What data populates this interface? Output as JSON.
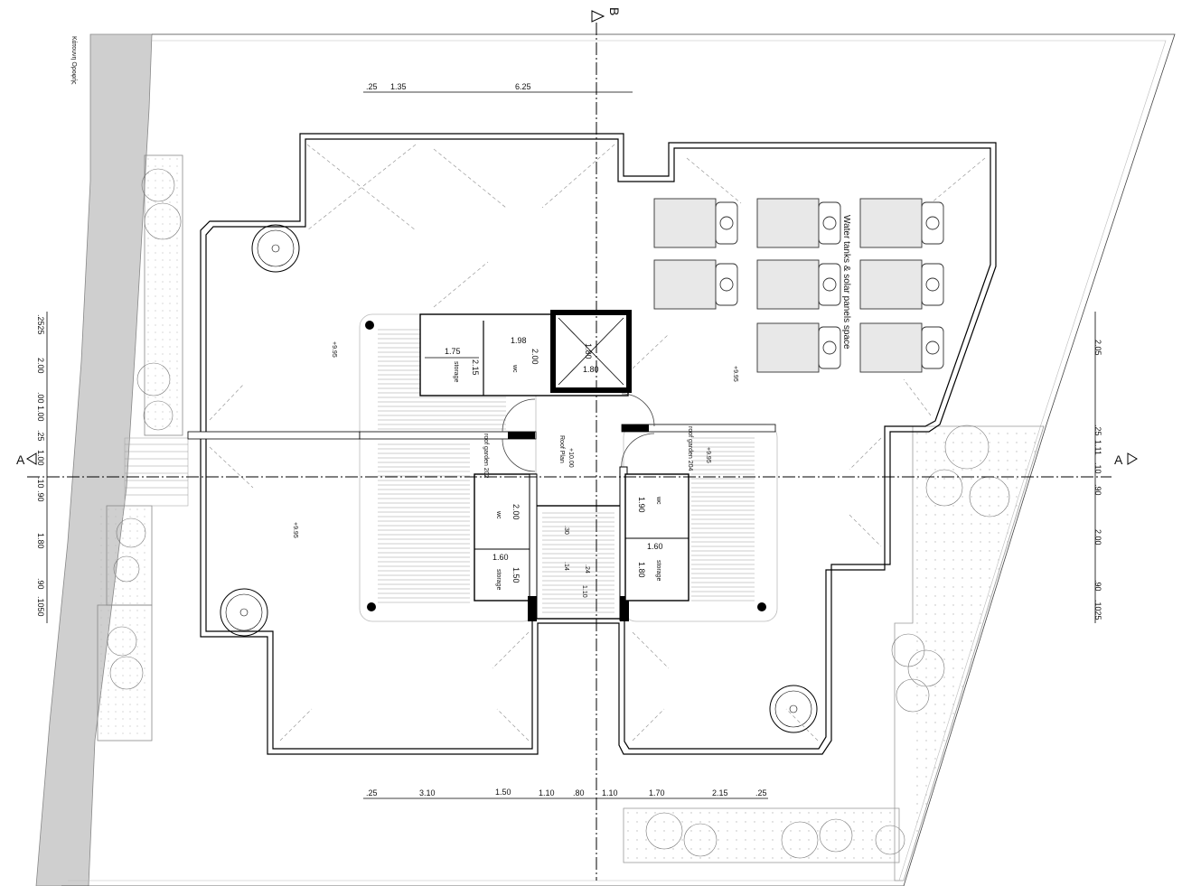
{
  "street_label": "Κάτουνη Οροφής",
  "section_markers": {
    "a_left": "A",
    "a_right": "A",
    "b_top": "B"
  },
  "top_dims": [
    ".25",
    "1.35",
    "6.25"
  ],
  "bottom_dims": [
    ".25",
    "3.10",
    "1.50",
    "1.10",
    ".80",
    "1.10",
    "1.70",
    "2.15",
    ".25"
  ],
  "left_dims": [
    ".2525",
    "2.00",
    ".00 1.00",
    ".25",
    "1.00",
    ".10",
    ".90",
    "1.80",
    ".90",
    ".1050"
  ],
  "right_dims": [
    "2.05",
    ".25",
    "1.11",
    ".10",
    ".90",
    "2.00",
    ".90",
    ".1025"
  ],
  "rooms": {
    "storage_top": {
      "w": "1.75",
      "h": "2.15",
      "name": "storage"
    },
    "wc_top": {
      "w": "1.98",
      "h": "2.00",
      "name": "wc"
    },
    "lift": {
      "w": "1.80",
      "h": "1.80"
    },
    "wc_left": {
      "h": "2.00",
      "name": "wc"
    },
    "storage_left": {
      "w": "1.60",
      "h": "1.50",
      "name": "storage"
    },
    "wc_right": {
      "h": "1.90",
      "name": "wc"
    },
    "storage_right": {
      "w": "1.60",
      "h": "1.80",
      "name": "storage"
    },
    "stair_dims": [
      ".30",
      ".14",
      ".24",
      "1.10"
    ]
  },
  "labels": {
    "roof_plan": "Roof Plan",
    "roof_plan_level": "+10.00",
    "garden_202": "roof garden 202",
    "garden_204": "roof garden 204",
    "water_tanks": "Water tanks & solar panels space"
  },
  "levels": [
    "+9.95",
    "+9.95",
    "+9.95",
    "+9.95"
  ]
}
